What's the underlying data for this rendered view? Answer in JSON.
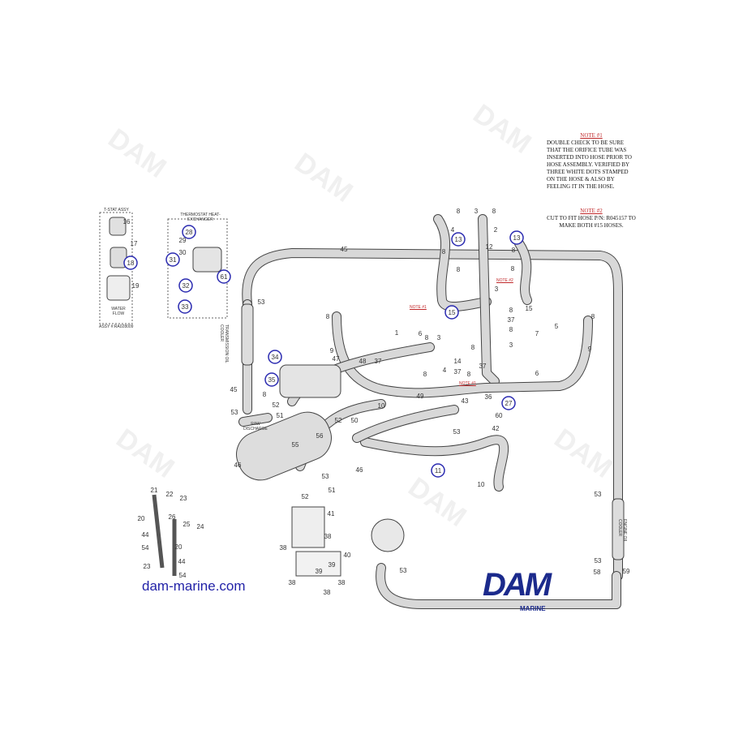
{
  "notes": {
    "note1_title": "NOTE #1",
    "note1_body": "DOUBLE CHECK TO BE SURE THAT THE ORIFICE TUBE WAS INSERTED INTO HOSE PRIOR TO HOSE ASSEMBLY. VERIFIED BY THREE WHITE DOTS STAMPED ON THE HOSE & ALSO BY FEELING IT IN THE HOSE.",
    "note2_title": "NOTE #2",
    "note2_body": "CUT TO FIT HOSE P/N: R045157 TO MAKE BOTH #15 HOSES.",
    "marker1": "NOTE #1",
    "marker2": "NOTE #2",
    "marker3": "NOTE #1"
  },
  "insets": {
    "tstat_title": "T-STAT ASSY",
    "tstat_assy": "ASSY #:RA028009",
    "water_flow": "Water Flow",
    "thermostat_title": "THERMOSTAT HEAT-EXCHANGER"
  },
  "labels": {
    "trans_cooler": "TRANSMISSION OIL COOLER",
    "engine_cooler": "ENGINE OIL COOLER",
    "raw_discharge": "RAW DISCHARGE"
  },
  "branding": {
    "site": "dam-marine.com",
    "logo": "DAM",
    "logo_sub": "MARINE",
    "watermark": "DAM"
  },
  "colors": {
    "hose_fill": "#d8d8d8",
    "hose_outline": "#444444",
    "callout_circle": "#2a2ab0",
    "note_red": "#c0282a",
    "brand_blue": "#1b2a8c"
  },
  "callouts": [
    "13",
    "13",
    "15",
    "18",
    "28",
    "31",
    "32",
    "61",
    "33",
    "34",
    "35",
    "27",
    "11",
    "8",
    "3",
    "8",
    "4",
    "2",
    "12",
    "8",
    "8",
    "8",
    "8",
    "45",
    "53",
    "8",
    "8",
    "1",
    "6",
    "7",
    "5",
    "9",
    "9",
    "47",
    "48",
    "37",
    "3",
    "8",
    "8",
    "14",
    "37",
    "3",
    "37",
    "8",
    "8",
    "3",
    "15",
    "4",
    "37",
    "8",
    "8",
    "6",
    "10",
    "49",
    "45",
    "8",
    "53",
    "52",
    "51",
    "50",
    "52",
    "56",
    "55",
    "46",
    "53",
    "51",
    "46",
    "43",
    "36",
    "60",
    "42",
    "53",
    "10",
    "53",
    "53",
    "58",
    "59",
    "41",
    "38",
    "38",
    "40",
    "39",
    "39",
    "38",
    "38",
    "38",
    "52",
    "53",
    "16",
    "17",
    "19",
    "29",
    "30",
    "21",
    "22",
    "23",
    "20",
    "26",
    "25",
    "24",
    "44",
    "54",
    "20",
    "44",
    "23",
    "54"
  ]
}
